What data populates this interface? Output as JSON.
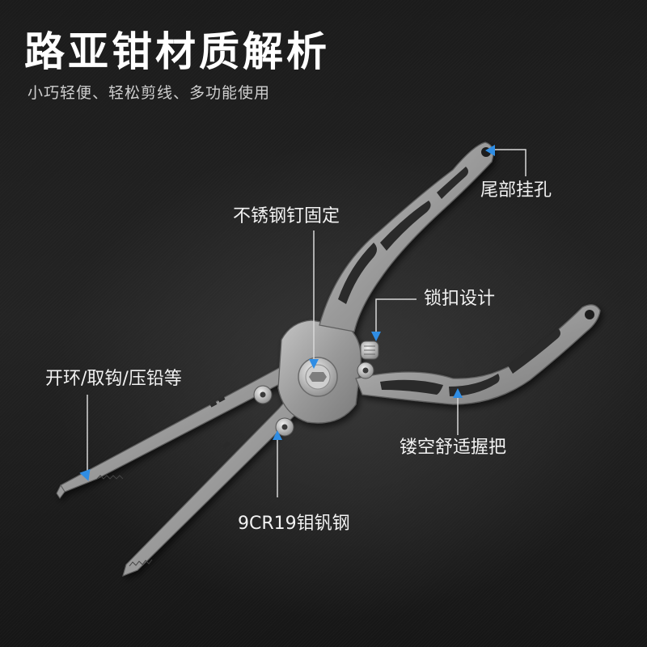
{
  "header": {
    "title": "路亚钳材质解析",
    "subtitle": "小巧轻便、轻松剪线、多功能使用"
  },
  "callouts": {
    "tail_hole": "尾部挂孔",
    "pin": "不锈钢钉固定",
    "lock": "锁扣设计",
    "split_ring": "开环/取钩/压铅等",
    "grip": "镂空舒适握把",
    "steel": "9CR19钼钒钢"
  },
  "colors": {
    "background": "#1a1a1a",
    "metal": "#9d9d9d",
    "accent_arrow": "#2f8de4",
    "leader_line": "#d8d8d8"
  }
}
